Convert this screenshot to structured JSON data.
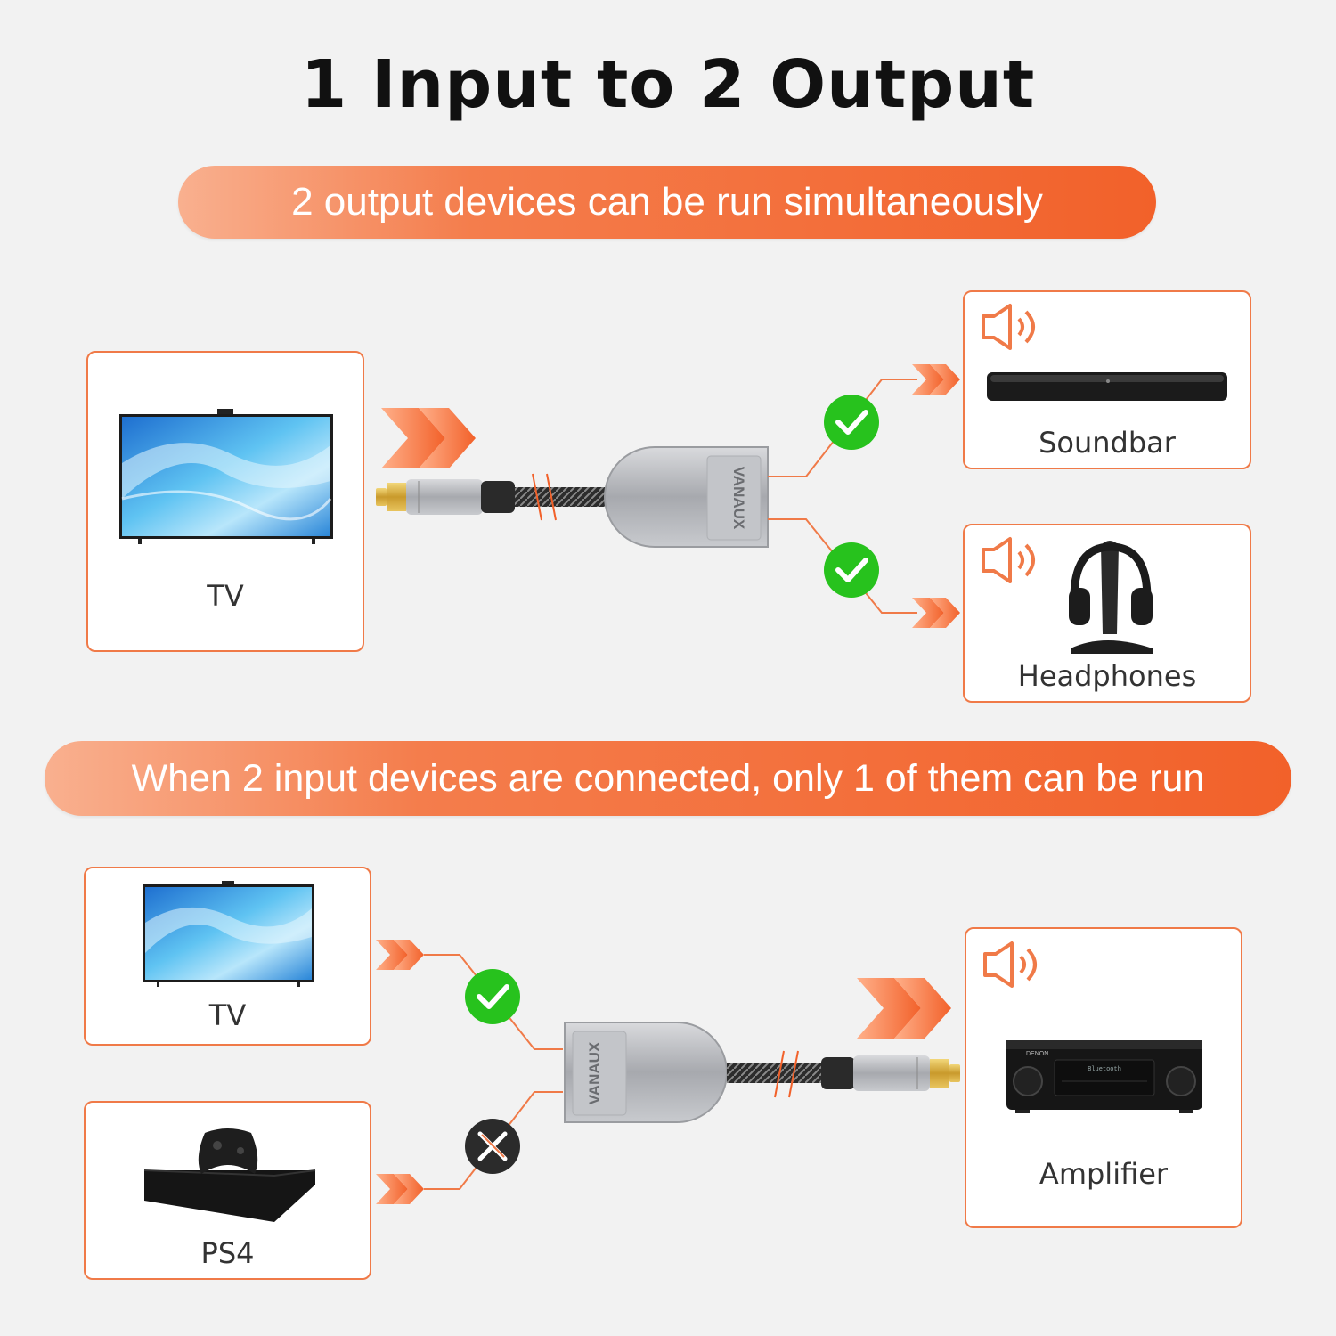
{
  "title": "1 Input to 2 Output",
  "banner_top": "2 output devices can be run simultaneously",
  "banner_bottom": "When 2 input devices are connected, only 1 of them can be run",
  "brand": "VANAUX",
  "top_section": {
    "input": {
      "label": "TV"
    },
    "outputs": [
      {
        "label": "Soundbar",
        "status": "ok"
      },
      {
        "label": "Headphones",
        "status": "ok"
      }
    ]
  },
  "bottom_section": {
    "inputs": [
      {
        "label": "TV",
        "status": "ok"
      },
      {
        "label": "PS4",
        "status": "blocked"
      }
    ],
    "output": {
      "label": "Amplifier"
    }
  },
  "amp_display": "Bluetooth",
  "amp_brand": "DENON",
  "colors": {
    "accent": "#f2612a",
    "check": "#27c21d",
    "blocked": "#2b2b2b",
    "card_border": "#f07a48"
  }
}
